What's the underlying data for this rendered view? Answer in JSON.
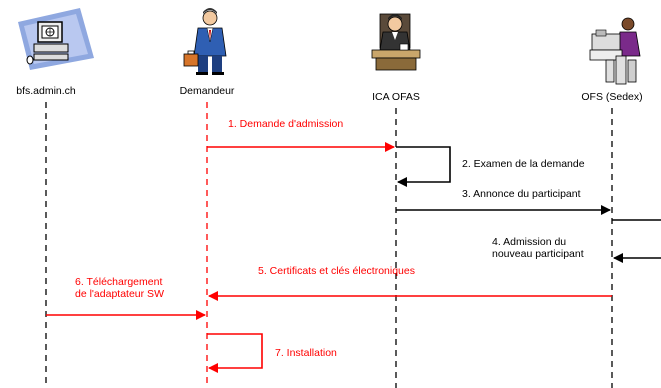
{
  "actors": [
    {
      "label": "bfs.admin.ch",
      "icon": "computer-icon"
    },
    {
      "label": "Demandeur",
      "icon": "businessman-icon"
    },
    {
      "label": "ICA OFAS",
      "icon": "office-worker-icon"
    },
    {
      "label": "OFS (Sedex)",
      "icon": "server-admin-icon"
    }
  ],
  "colors": {
    "highlight": "#ff0000",
    "normal": "#000000"
  },
  "messages": [
    {
      "label_lines": [
        "1. Demande d'admission"
      ],
      "color": "red",
      "from": "Demandeur",
      "to": "ICA OFAS"
    },
    {
      "label_lines": [
        "2. Examen de la demande"
      ],
      "color": "black",
      "from": "ICA OFAS",
      "to": "ICA OFAS"
    },
    {
      "label_lines": [
        "3. Annonce du participant"
      ],
      "color": "black",
      "from": "ICA OFAS",
      "to": "OFS (Sedex)"
    },
    {
      "label_lines": [
        "4. Admission du",
        "nouveau participant"
      ],
      "color": "black",
      "from": "OFS (Sedex)",
      "to": "OFS (Sedex)"
    },
    {
      "label_lines": [
        "5. Certificats et clés électroniques"
      ],
      "color": "red",
      "from": "OFS (Sedex)",
      "to": "Demandeur"
    },
    {
      "label_lines": [
        "6. Téléchargement",
        "de l'adaptateur SW"
      ],
      "color": "red",
      "from": "bfs.admin.ch",
      "to": "Demandeur"
    },
    {
      "label_lines": [
        "7. Installation"
      ],
      "color": "red",
      "from": "Demandeur",
      "to": "Demandeur"
    }
  ]
}
